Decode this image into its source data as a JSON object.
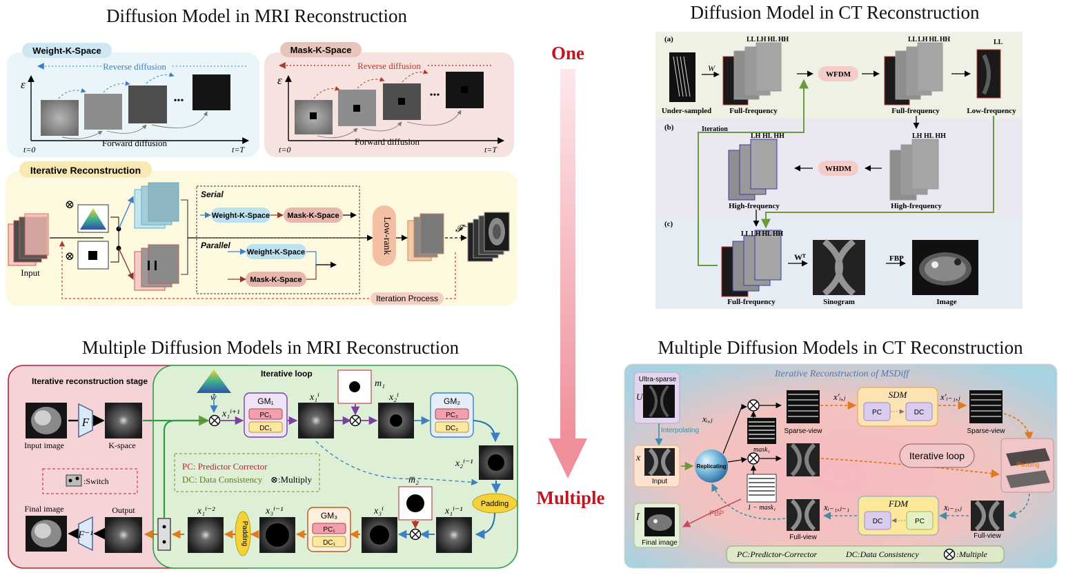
{
  "titles": {
    "mri_single": "Diffusion Model in MRI Reconstruction",
    "ct_single": "Diffusion Model in CT Reconstruction",
    "mri_multi": "Multiple Diffusion Models in MRI Reconstruction",
    "ct_multi": "Multiple Diffusion Models in CT Reconstruction"
  },
  "center": {
    "top": "One",
    "bottom": "Multiple"
  },
  "mri_single": {
    "weight_panel": "Weight-K-Space",
    "mask_panel": "Mask-K-Space",
    "reverse": "Reverse diffusion",
    "forward": "Forward diffusion",
    "t0": "t=0",
    "tT": "t=T",
    "eps": "ε",
    "dots": "•••",
    "iter_title": "Iterative Reconstruction",
    "input": "Input",
    "serial": "Serial",
    "parallel": "Parallel",
    "weight_k": "Weight-K-Space",
    "mask_k": "Mask-K-Space",
    "low_rank": "Low-rank",
    "finv": "𝓕⁻¹",
    "iter_process": "Iteration Process",
    "otimes": "⊗"
  },
  "ct_single": {
    "a": "(a)",
    "b": "(b)",
    "c": "(c)",
    "under": "Under-sampled",
    "full1": "Full-frequency",
    "full2": "Full-frequency",
    "low": "Low-frequency",
    "w": "W",
    "wfdm": "WFDM",
    "whdm": "WHDM",
    "iteration": "Iteration",
    "high1": "High-frequency",
    "high2": "High-frequency",
    "full3": "Full-frequency",
    "sinogram": "Sinogram",
    "image": "Image",
    "wt": "Wᵀ",
    "fbp": "FBP",
    "ll": "LL",
    "lh": "LH",
    "hl": "HL",
    "hh": "HH",
    "sub_a1": "LL  LH  HL  HH",
    "sub_a2": "LL  LH  HL  HH",
    "sub_a3": "LL",
    "sub_b1": "LH  HL  HH",
    "sub_b2": "LH  HL  HH",
    "sub_c": "LL  LH  HL  HH"
  },
  "mri_multi": {
    "stage": "Iterative reconstruction stage",
    "loop": "Iterative loop",
    "input_image": "Input image",
    "kspace": "K-space",
    "f": "F",
    "finv": "F⁻¹",
    "final_image": "Final image",
    "output": "Output",
    "switch": ":Switch",
    "legend_pc": "PC: Predictor Corrector",
    "legend_dc": "DC: Data Consistency",
    "legend_mul": "⊗:Multiply",
    "gm1": "GM₁",
    "gm2": "GM₂",
    "gm3": "GM₃",
    "pc1": "PC₁",
    "dc1": "DC₁",
    "pc2": "PC₂",
    "dc2": "DC₂",
    "pc3": "PC₁",
    "dc3": "DC₁",
    "w_hat": "ŵ",
    "m1": "m₁",
    "m2": "m̅₂",
    "x_i1_top": "x₁ⁱ⁺¹",
    "x1i": "x₁ⁱ",
    "x2i": "x₂ⁱ",
    "x2im1": "x₂ⁱ⁻¹",
    "x1im1": "x₁ⁱ⁻¹",
    "x3i": "x₃ⁱ",
    "x3im1": "x₃ⁱ⁻¹",
    "x1im2": "x₁ⁱ⁻²",
    "padding": "Padding",
    "padding2": "Padding"
  },
  "ct_multi": {
    "banner": "Iterative Reconstruction of MSDiff",
    "ultra": "Ultra-sparse",
    "u": "U",
    "interp": "Interpolating",
    "x": "x",
    "input": "Input",
    "replicating": "Replicating",
    "xij": "xᵢ,ⱼ",
    "xij_p": "x′ᵢ,ⱼ",
    "xi1j_p": "x′ᵢ₋₁,ⱼ",
    "mask1": "mask₁",
    "onemask": "1 − mask₁",
    "sparse1": "Sparse-view",
    "sparse2": "Sparse-view",
    "sdm": "SDM",
    "fdm": "FDM",
    "pc": "PC",
    "dc": "DC",
    "pc2": "PC",
    "dc2": "DC",
    "loop": "Iterative loop",
    "padding": "Padding",
    "xi1j": "xᵢ₋₁,ⱼ",
    "xi1j1": "xᵢ₋₁,ⱼ₋₁",
    "full1": "Full-view",
    "full2": "Full-view",
    "fbp": "FBP",
    "ibar": "Ī",
    "final": "Final image",
    "legend_pc": "PC:Predictor-Corrector",
    "legend_dc": "DC:Data Consistency",
    "legend_mul": ":Multiple"
  }
}
